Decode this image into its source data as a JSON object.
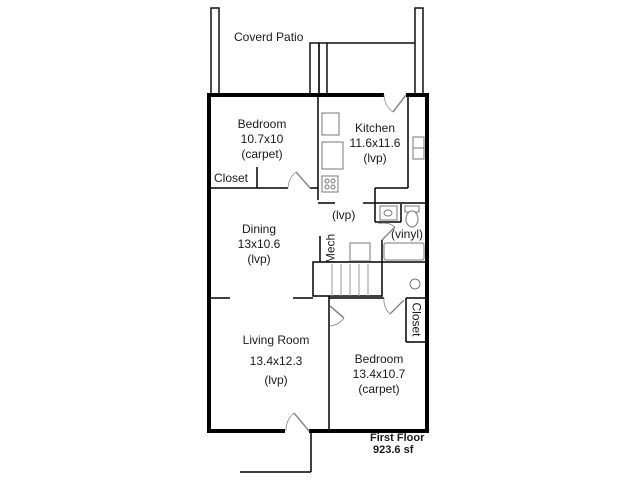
{
  "plan": {
    "title": "First Floor",
    "area": "923.6 sf",
    "patio_label": "Coverd Patio",
    "rooms": [
      {
        "name": "Bedroom",
        "size": "10.7x10",
        "floor": "(carpet)"
      },
      {
        "name": "Kitchen",
        "size": "11.6x11.6",
        "floor": "(lvp)"
      },
      {
        "name": "Dining",
        "size": "13x10.6",
        "floor": "(lvp)"
      },
      {
        "name": "Living Room",
        "size": "13.4x12.3",
        "floor": "(lvp)"
      },
      {
        "name": "Bedroom",
        "size": "13.4x10.7",
        "floor": "(carpet)"
      }
    ],
    "closet_1": "Closet",
    "closet_2": "Closet",
    "mech": "Mech",
    "hall_floor": "(lvp)",
    "bath_floor": "(vinyl)"
  },
  "colors": {
    "wall": "#000000",
    "fixture": "#888888"
  }
}
